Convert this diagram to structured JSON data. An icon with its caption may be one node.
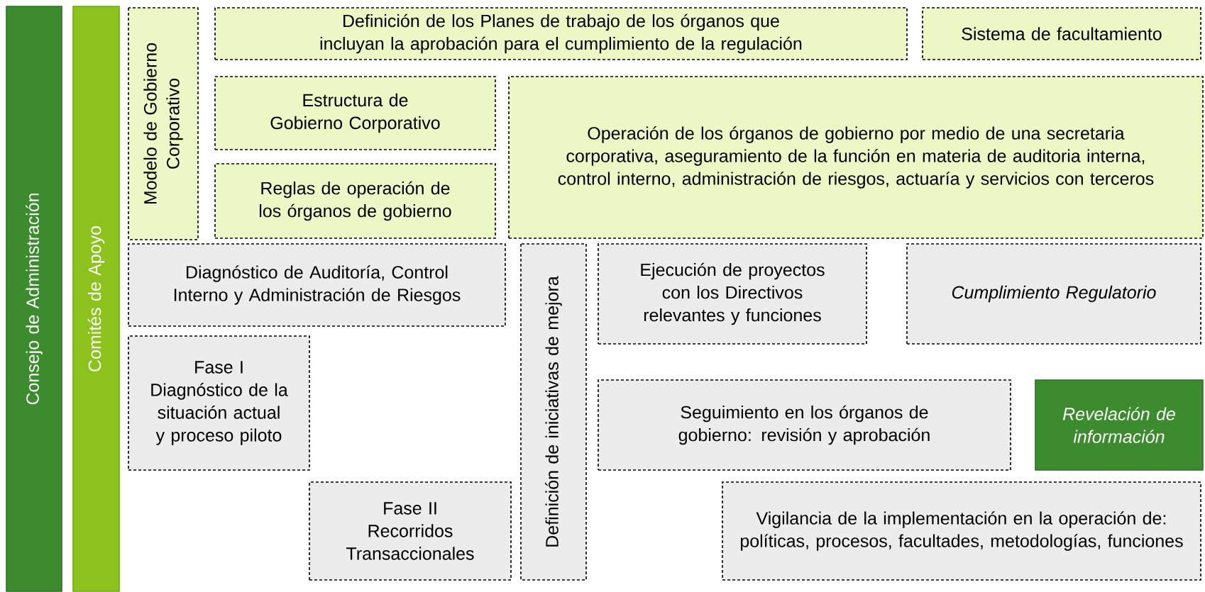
{
  "diagram": {
    "nodes": [
      {
        "text": [
          "Consejo de Administración"
        ]
      },
      {
        "text": [
          "Comités de Apoyo"
        ]
      },
      {
        "text": [
          "Modelo de Gobierno Corporativo"
        ]
      },
      {
        "text": [
          "Definición de los Planes de trabajo de los órganos que incluyan la aprobación para el cumplimiento de la regulación"
        ]
      },
      {
        "text": [
          "Sistema de facultamiento"
        ]
      },
      {
        "text": [
          "Estructura de Gobierno Corporativo"
        ]
      },
      {
        "text": [
          "Operación de los órganos de gobierno por medio de una secretaria corporativa, aseguramiento de la función en materia de auditoria interna, control interno, administración de riesgos, actuaría y servicios con terceros"
        ]
      },
      {
        "text": [
          "Reglas de operación de los órganos de gobierno"
        ]
      },
      {
        "text": [
          "Diagnóstico de Auditoría, Control Interno y Administración de Riesgos"
        ]
      },
      {
        "text": [
          "Definición de iniciativas de mejora"
        ]
      },
      {
        "text": [
          "Ejecución de proyectos con los Directivos relevantes y funciones"
        ]
      },
      {
        "text": [
          "Cumplimiento Regulatorio"
        ]
      },
      {
        "text": [
          "Fase I",
          "Diagnóstico de la situación actual y proceso piloto"
        ]
      },
      {
        "text": [
          "Seguimiento en los órganos de gobierno: revisión y aprobación"
        ]
      },
      {
        "text": [
          "Revelación de información"
        ]
      },
      {
        "text": [
          "Fase II",
          "Recorridos Transaccionales"
        ]
      },
      {
        "text": [
          "Vigilancia de la implementación en la operación de: políticas, procesos, facultades, metodologías, funciones"
        ]
      }
    ]
  }
}
